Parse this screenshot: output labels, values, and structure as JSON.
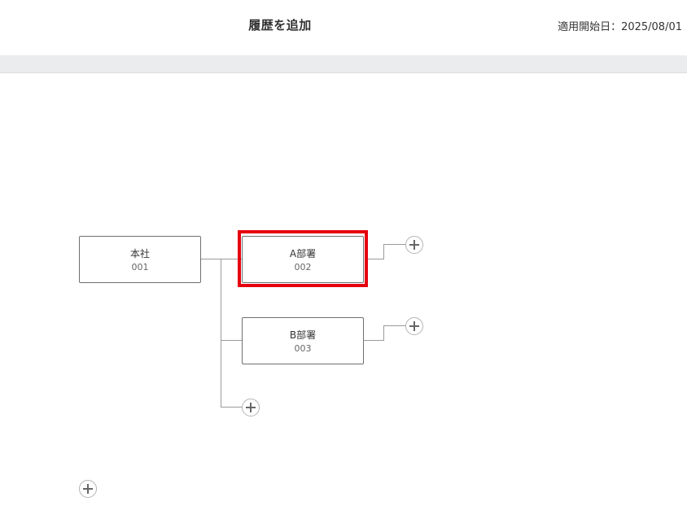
{
  "header": {
    "title": "履歴を追加",
    "effective_date_label": "適用開始日：2025/08/01"
  },
  "org_tree": {
    "root": {
      "name": "本社",
      "code": "001"
    },
    "children": [
      {
        "name": "A部署",
        "code": "002",
        "selected": true
      },
      {
        "name": "B部署",
        "code": "003",
        "selected": false
      }
    ]
  },
  "icons": {
    "add": "plus-circle-icon"
  },
  "colors": {
    "selection_highlight": "#e6000f",
    "band": "#ebecee",
    "connector": "#9a9a9a"
  }
}
